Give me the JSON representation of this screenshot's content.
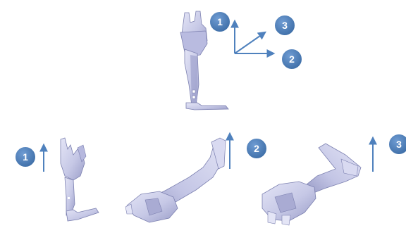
{
  "badges": {
    "main_axis_1": "1",
    "main_axis_2": "2",
    "main_axis_3": "3",
    "view_1": "1",
    "view_2": "2",
    "view_3": "3"
  },
  "colors": {
    "badge_fill": "#4f81bd",
    "badge_stroke": "#3a6494",
    "arrow": "#4f81bd",
    "model_fill": "#c9cbe8",
    "model_shadow": "#9598c4",
    "model_edge": "#7c80b0"
  }
}
